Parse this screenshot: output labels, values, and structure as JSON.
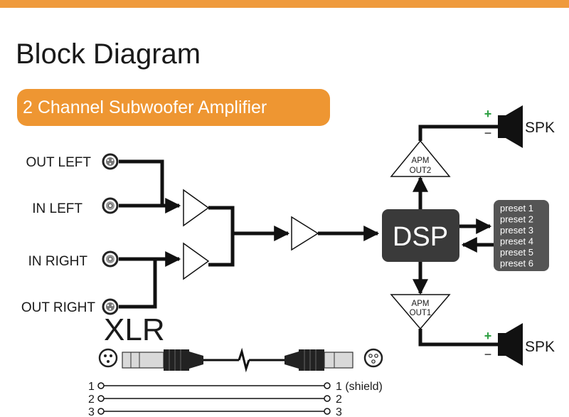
{
  "header": {
    "title": "Block Diagram",
    "subtitle": "2 Channel Subwoofer Amplifier"
  },
  "inputs": {
    "out_left": "OUT LEFT",
    "in_left": "IN LEFT",
    "in_right": "IN RIGHT",
    "out_right": "OUT RIGHT"
  },
  "dsp": {
    "label": "DSP"
  },
  "outputs": {
    "apm_top": {
      "line1": "APM",
      "line2": "OUT2"
    },
    "apm_bottom": {
      "line1": "APM",
      "line2": "OUT1"
    },
    "speaker_label": "SPK",
    "plus": "+",
    "minus": "−"
  },
  "presets": [
    "preset 1",
    "preset 2",
    "preset 3",
    "preset 4",
    "preset 5",
    "preset 6"
  ],
  "xlr": {
    "title": "XLR",
    "left_pins": [
      "1",
      "2",
      "3"
    ],
    "right_pins": [
      "1 (shield)",
      "2",
      "3"
    ]
  },
  "colors": {
    "accent": "#ee9632",
    "dsp_fill": "#3a3a3a",
    "preset_panel": "#555555",
    "line": "#111111"
  }
}
